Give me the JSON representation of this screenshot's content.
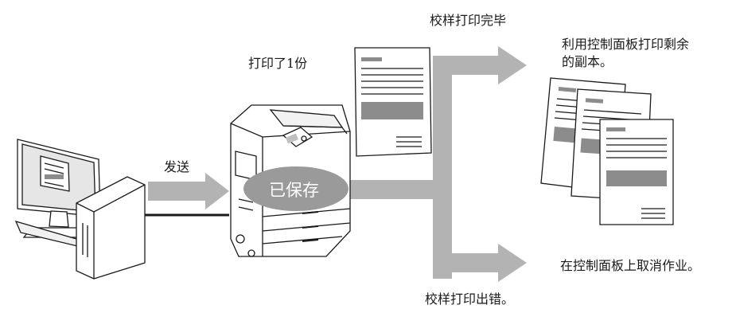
{
  "labels": {
    "printed_one": "打印了1份",
    "send": "发送",
    "saved": "已保存",
    "proof_done": "校样打印完毕",
    "print_remaining_line1": "利用控制面板打印剩余",
    "print_remaining_line2": "的副本。",
    "cancel_job": "在控制面板上取消作业。",
    "proof_error": "校样打印出错。"
  },
  "colors": {
    "flow_arrow": "#b3b3b3",
    "saved_bubble": "#9a9a9a",
    "outline": "#1a1a1a",
    "paper_block": "#8c8c8c"
  }
}
